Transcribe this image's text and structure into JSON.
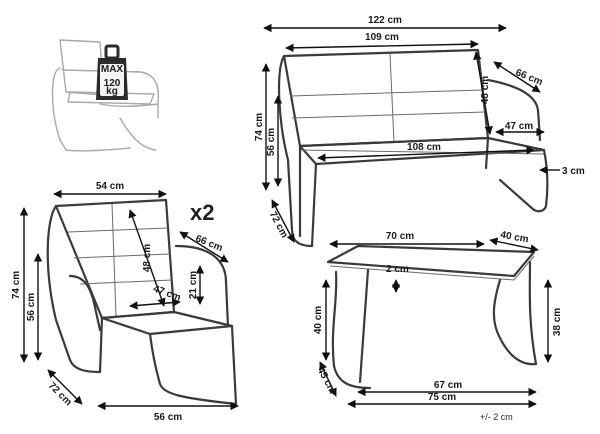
{
  "badge": {
    "line1": "MAX",
    "line2": "120",
    "line3": "kg"
  },
  "multiplier": "x2",
  "tolerance": "+/- 2 cm",
  "sofa": {
    "width_total": "122 cm",
    "width_seat": "109 cm",
    "height_total": "74 cm",
    "height_seat": "56 cm",
    "back_height": "48 cm",
    "arm_height": "66 cm",
    "seat_depth": "47 cm",
    "seat_width": "108 cm",
    "frame_offset": "3 cm",
    "depth": "72 cm"
  },
  "chair": {
    "width_top": "54 cm",
    "height_total": "74 cm",
    "height_seat": "56 cm",
    "back_height": "48 cm",
    "arm_height": "66 cm",
    "arm_rise": "21 cm",
    "seat_depth": "47 cm",
    "width_bottom": "56 cm",
    "depth": "72 cm"
  },
  "table": {
    "width_top": "70 cm",
    "depth_top": "40 cm",
    "glass_thickness": "2 cm",
    "height_left": "40 cm",
    "height_right": "38 cm",
    "depth_bottom": "45 cm",
    "inner_width": "67 cm",
    "width_bottom": "75 cm"
  }
}
